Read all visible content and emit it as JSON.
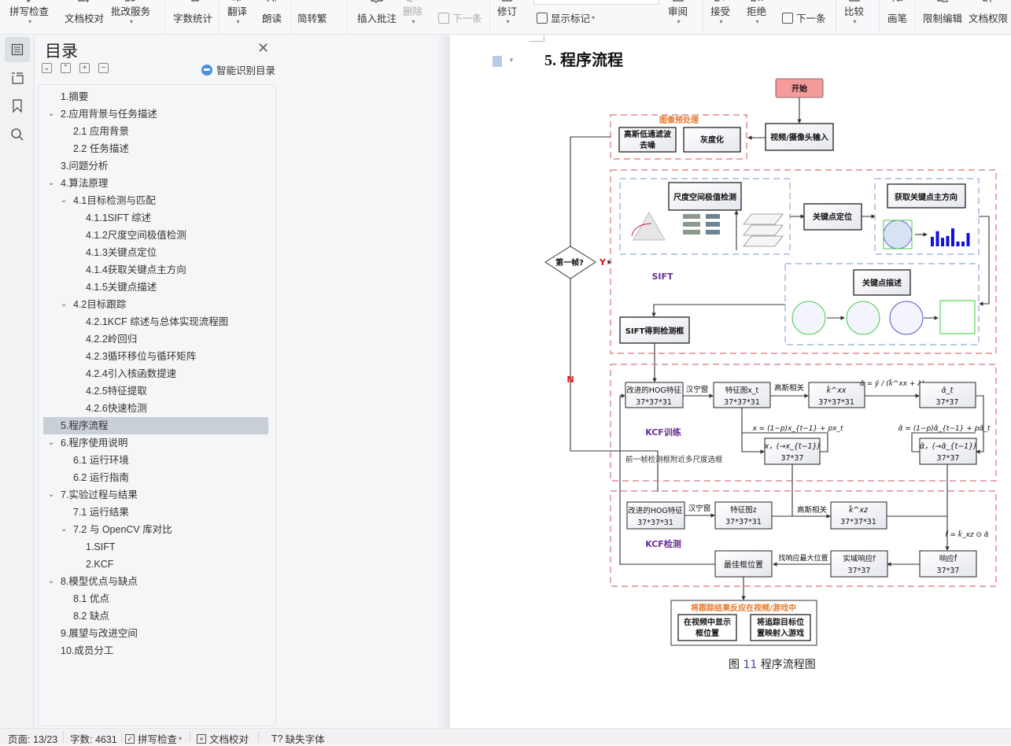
{
  "toolbar": {
    "buttons": [
      {
        "label": "拼写检查",
        "icon": "spell-check-icon"
      },
      {
        "label": "文档校对",
        "icon": "doc-proofread-icon"
      },
      {
        "label": "批改服务",
        "icon": "correction-service-icon"
      },
      {
        "label": "字数统计",
        "icon": "word-count-icon"
      },
      {
        "label": "翻译",
        "icon": "translate-icon"
      },
      {
        "label": "朗读",
        "icon": "read-aloud-icon"
      },
      {
        "label": "简转繁",
        "icon": "simplified-traditional-icon"
      },
      {
        "label": "插入批注",
        "icon": "insert-comment-icon"
      },
      {
        "label": "删除",
        "icon": "delete-comment-icon"
      },
      {
        "label": "下一条",
        "icon": "next-comment-icon"
      },
      {
        "label": "修订",
        "icon": "track-changes-icon"
      },
      {
        "label": "显示标记",
        "icon": "show-markup-icon"
      },
      {
        "label": "审阅",
        "icon": "review-pane-icon"
      },
      {
        "label": "接受",
        "icon": "accept-icon"
      },
      {
        "label": "拒绝",
        "icon": "reject-icon"
      },
      {
        "label": "下一条",
        "icon": "next-change-icon"
      },
      {
        "label": "比较",
        "icon": "compare-icon"
      },
      {
        "label": "画笔",
        "icon": "pen-icon"
      },
      {
        "label": "限制编辑",
        "icon": "restrict-editing-icon"
      },
      {
        "label": "文档权限",
        "icon": "doc-permission-icon"
      }
    ]
  },
  "toc": {
    "title": "目录",
    "smart_label": "智能识别目录",
    "tools": [
      "⌄",
      "⌃",
      "+",
      "−"
    ],
    "items": [
      {
        "label": "1.摘要",
        "level": 1,
        "chevron": false
      },
      {
        "label": "2.应用背景与任务描述",
        "level": 1,
        "chevron": true
      },
      {
        "label": "2.1 应用背景",
        "level": 2,
        "chevron": false
      },
      {
        "label": "2.2 任务描述",
        "level": 2,
        "chevron": false
      },
      {
        "label": "3.问题分析",
        "level": 1,
        "chevron": false
      },
      {
        "label": "4.算法原理",
        "level": 1,
        "chevron": true
      },
      {
        "label": "4.1目标检测与匹配",
        "level": 2,
        "chevron": true
      },
      {
        "label": "4.1.1SIFT 综述",
        "level": 3,
        "chevron": false
      },
      {
        "label": "4.1.2尺度空间极值检测",
        "level": 3,
        "chevron": false
      },
      {
        "label": "4.1.3关键点定位",
        "level": 3,
        "chevron": false
      },
      {
        "label": "4.1.4获取关键点主方向",
        "level": 3,
        "chevron": false
      },
      {
        "label": "4.1.5关键点描述",
        "level": 3,
        "chevron": false
      },
      {
        "label": "4.2目标跟踪",
        "level": 2,
        "chevron": true
      },
      {
        "label": "4.2.1KCF 综述与总体实现流程图",
        "level": 3,
        "chevron": false
      },
      {
        "label": "4.2.2岭回归",
        "level": 3,
        "chevron": false
      },
      {
        "label": "4.2.3循环移位与循环矩阵",
        "level": 3,
        "chevron": false
      },
      {
        "label": "4.2.4引入核函数提速",
        "level": 3,
        "chevron": false
      },
      {
        "label": "4.2.5特征提取",
        "level": 3,
        "chevron": false
      },
      {
        "label": "4.2.6快速检测",
        "level": 3,
        "chevron": false
      },
      {
        "label": "5.程序流程",
        "level": 1,
        "chevron": false,
        "selected": true
      },
      {
        "label": "6.程序使用说明",
        "level": 1,
        "chevron": true
      },
      {
        "label": "6.1 运行环境",
        "level": 2,
        "chevron": false
      },
      {
        "label": "6.2 运行指南",
        "level": 2,
        "chevron": false
      },
      {
        "label": "7.实验过程与结果",
        "level": 1,
        "chevron": true
      },
      {
        "label": "7.1 运行结果",
        "level": 2,
        "chevron": false
      },
      {
        "label": "7.2 与 OpenCV 库对比",
        "level": 2,
        "chevron": true
      },
      {
        "label": "1.SIFT",
        "level": 3,
        "chevron": false
      },
      {
        "label": "2.KCF",
        "level": 3,
        "chevron": false
      },
      {
        "label": "8.模型优点与缺点",
        "level": 1,
        "chevron": true
      },
      {
        "label": "8.1 优点",
        "level": 2,
        "chevron": false
      },
      {
        "label": "8.2 缺点",
        "level": 2,
        "chevron": false
      },
      {
        "label": "9.展望与改进空间",
        "level": 1,
        "chevron": false
      },
      {
        "label": "10.成员分工",
        "level": 1,
        "chevron": false
      }
    ]
  },
  "document": {
    "section_title": "5. 程序流程",
    "figure_caption_prefix": "图",
    "figure_number": "11",
    "figure_caption_text": "程序流程图",
    "flowchart": {
      "start": "开始",
      "video_input": "视频/摄像头输入",
      "preprocess_title": "图像预处理",
      "gaussian_line1": "高斯低通滤波",
      "gaussian_line2": "去噪",
      "grayscale": "灰度化",
      "decision": "第一帧?",
      "yes": "Y",
      "no": "N",
      "sift_label": "SIFT",
      "scale_space": "尺度空间极值检测",
      "keypoint_loc": "关键点定位",
      "main_orientation": "获取关键点主方向",
      "keypoint_desc": "关键点描述",
      "sift_box": "SIFT得到检测框",
      "kcf_train_label": "KCF训练",
      "kcf_detect_label": "KCF检测",
      "hog_train": "改进的HOG特征",
      "hog_train_dim": "37*37*31",
      "hanning1": "汉宁窗",
      "featmap_train": "特征图x_t",
      "featmap_train_dim": "37*37*31",
      "gauss_corr1": "高斯相关",
      "kxx": "k̂^xx",
      "kxx_dim": "37*37*31",
      "alpha_formula": "α̂ = ŷ / (k̂^xx + λ)",
      "alpha_t": "α̂_t",
      "alpha_t_dim": "37*37",
      "x_update_formula": "x = (1−p)x_{t−1} + px_t",
      "x_model": "x，(→x_{t−1})",
      "x_model_dim": "37*37",
      "alpha_update_formula": "α̂ = (1−p)α̂_{t−1} + pα̂_t",
      "alpha_model": "α̂，(→α̂_{t−1})",
      "alpha_model_dim": "37*37",
      "multiscale": "前一帧检测框附近多尺度选框",
      "hog_detect": "改进的HOG特征",
      "hog_detect_dim": "37*37*31",
      "hanning2": "汉宁窗",
      "featmap_detect": "特征图z",
      "featmap_detect_dim": "37*37*31",
      "gauss_corr2": "高斯相关",
      "kxz": "k̂^xz",
      "kxz_dim": "37*37*31",
      "f_formula": "f̂ = k̂_xz ⊙ α̂",
      "best_box": "最佳框位置",
      "find_max": "找响应最大位置",
      "spatial_resp": "实域响应f",
      "spatial_resp_dim": "37*37",
      "freq_resp": "响应f̂",
      "freq_resp_dim": "37*37",
      "output_title": "将跟踪结果反应在视频/游戏中",
      "show_box_line1": "在视频中显示",
      "show_box_line2": "框位置",
      "map_game_line1": "将追踪目标位",
      "map_game_line2": "置映射入游戏"
    }
  },
  "statusbar": {
    "page": "页面: 13/23",
    "word_count": "字数: 4631",
    "spell_check": "拼写检查",
    "doc_proof": "文档校对",
    "missing_font": "缺失字体"
  },
  "colors": {
    "accent_orange": "#e5782a",
    "dashed_red": "#d9747a",
    "dashed_blue": "#8fa9d6",
    "start_fill": "#f59a9a",
    "label_purple": "#6a2f95",
    "yn_red": "#e01010",
    "toc_selected": "#c9cfd6"
  }
}
